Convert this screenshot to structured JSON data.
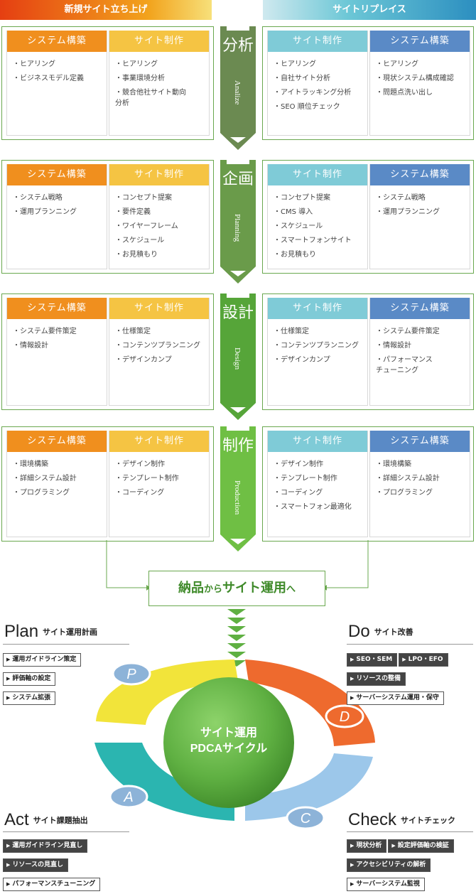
{
  "headers": {
    "left": "新規サイト立ち上げ",
    "right": "サイトリプレイス"
  },
  "phases": [
    {
      "jp": "分析",
      "en": "Analize",
      "color": "#6b8a51",
      "left": [
        {
          "title": "システム構築",
          "style": "orange",
          "items": [
            "ヒアリング",
            "ビジネスモデル定義"
          ]
        },
        {
          "title": "サイト制作",
          "style": "yellow",
          "items": [
            "ヒアリング",
            "事業環境分析",
            "競合他社サイト動向\n分析"
          ]
        }
      ],
      "right": [
        {
          "title": "サイト制作",
          "style": "cyan",
          "items": [
            "ヒアリング",
            "自社サイト分析",
            "アイトラッキング分析",
            "SEO 順位チェック"
          ]
        },
        {
          "title": "システム構築",
          "style": "blue",
          "items": [
            "ヒアリング",
            "現状システム構成確認",
            "問題点洗い出し"
          ]
        }
      ]
    },
    {
      "jp": "企画",
      "en": "Planning",
      "color": "#6a9b4a",
      "left": [
        {
          "title": "システム構築",
          "style": "orange",
          "items": [
            "システム戦略",
            "運用プランニング"
          ]
        },
        {
          "title": "サイト制作",
          "style": "yellow",
          "items": [
            "コンセプト提案",
            "要件定義",
            "ワイヤーフレーム",
            "スケジュール",
            "お見積もり"
          ]
        }
      ],
      "right": [
        {
          "title": "サイト制作",
          "style": "cyan",
          "items": [
            "コンセプト提案",
            "CMS 導入",
            "スケジュール",
            "スマートフォンサイト",
            "お見積もり"
          ]
        },
        {
          "title": "システム構築",
          "style": "blue",
          "items": [
            "システム戦略",
            "運用プランニング"
          ]
        }
      ]
    },
    {
      "jp": "設計",
      "en": "Design",
      "color": "#56a539",
      "left": [
        {
          "title": "システム構築",
          "style": "orange",
          "items": [
            "システム要件策定",
            "情報設計"
          ]
        },
        {
          "title": "サイト制作",
          "style": "yellow",
          "items": [
            "仕様策定",
            "コンテンツプランニング",
            "デザインカンプ"
          ]
        }
      ],
      "right": [
        {
          "title": "サイト制作",
          "style": "cyan",
          "items": [
            "仕様策定",
            "コンテンツプランニング",
            "デザインカンプ"
          ]
        },
        {
          "title": "システム構築",
          "style": "blue",
          "items": [
            "システム要件策定",
            "情報設計",
            "パフォーマンス\nチューニング"
          ]
        }
      ]
    },
    {
      "jp": "制作",
      "en": "Production",
      "color": "#6fbf44",
      "left": [
        {
          "title": "システム構築",
          "style": "orange",
          "items": [
            "環境構築",
            "詳細システム設計",
            "プログラミング"
          ]
        },
        {
          "title": "サイト制作",
          "style": "yellow",
          "items": [
            "デザイン制作",
            "テンプレート制作",
            "コーディング"
          ]
        }
      ],
      "right": [
        {
          "title": "サイト制作",
          "style": "cyan",
          "items": [
            "デザイン制作",
            "テンプレート制作",
            "コーディング",
            "スマートフォン最適化"
          ]
        },
        {
          "title": "システム構築",
          "style": "blue",
          "items": [
            "環境構築",
            "詳細システム設計",
            "プログラミング"
          ]
        }
      ]
    }
  ],
  "delivery": {
    "a": "納品",
    "b": "から",
    "c": "サイト運用",
    "d": "へ"
  },
  "cycle": {
    "center_line1": "サイト運用",
    "center_line2": "PDCAサイクル",
    "p": "P",
    "d": "D",
    "c": "C",
    "a": "A",
    "colors": {
      "plan": "#f2e43a",
      "do": "#ee6a2e",
      "check": "#8fbde6",
      "act": "#2bb5b0",
      "center": "#5fb042"
    }
  },
  "plan": {
    "title": "Plan",
    "subtitle": "サイト運用計画",
    "tags": [
      "運用ガイドライン策定",
      "評価軸の設定",
      "システム拡張"
    ]
  },
  "do": {
    "title": "Do",
    "subtitle": "サイト改善",
    "tags": [
      "SEO・SEM",
      "LPO・EFO",
      "リソースの整備",
      "サーバーシステム運用・保守"
    ]
  },
  "act": {
    "title": "Act",
    "subtitle": "サイト課題抽出",
    "tags": [
      "運用ガイドライン見直し",
      "リソースの見直し",
      "パフォーマンスチューニング"
    ]
  },
  "check": {
    "title": "Check",
    "subtitle": "サイトチェック",
    "tags": [
      "現状分析",
      "設定評価軸の検証",
      "アクセシビリティの解析",
      "サーバーシステム監視"
    ]
  }
}
